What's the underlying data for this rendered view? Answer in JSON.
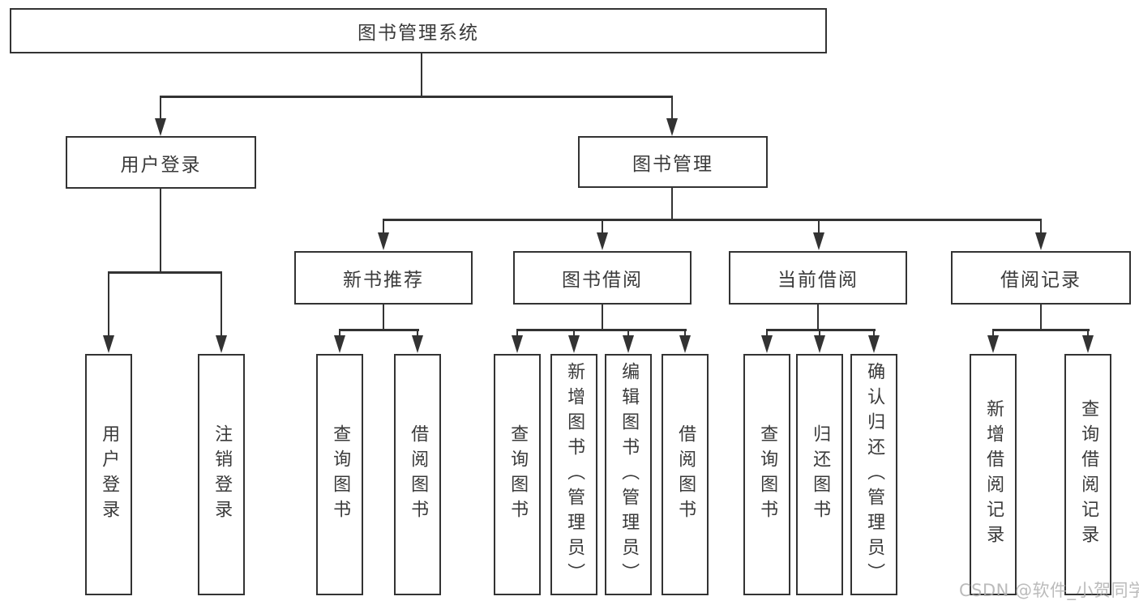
{
  "root": {
    "label": "图书管理系统"
  },
  "level2": [
    {
      "label": "用户登录"
    },
    {
      "label": "图书管理"
    }
  ],
  "level3": [
    {
      "label": "新书推荐"
    },
    {
      "label": "图书借阅"
    },
    {
      "label": "当前借阅"
    },
    {
      "label": "借阅记录"
    }
  ],
  "leaves": {
    "user_login": [
      {
        "label": "用户登录"
      },
      {
        "label": "注销登录"
      }
    ],
    "new_book": [
      {
        "label": "查询图书"
      },
      {
        "label": "借阅图书"
      }
    ],
    "book_borrow": [
      {
        "label": "查询图书"
      },
      {
        "label": "新增图书（管理员）"
      },
      {
        "label": "编辑图书（管理员）"
      },
      {
        "label": "借阅图书"
      }
    ],
    "current_borrow": [
      {
        "label": "查询图书"
      },
      {
        "label": "归还图书"
      },
      {
        "label": "确认归还（管理员）"
      }
    ],
    "borrow_records": [
      {
        "label": "新增借阅记录"
      },
      {
        "label": "查询借阅记录"
      }
    ]
  },
  "watermark": {
    "text": "CSDN @软件_小贺同学"
  },
  "colors": {
    "line": "#333333",
    "text": "#3a3a3a",
    "background": "#ffffff",
    "watermark": "#afafaf"
  }
}
